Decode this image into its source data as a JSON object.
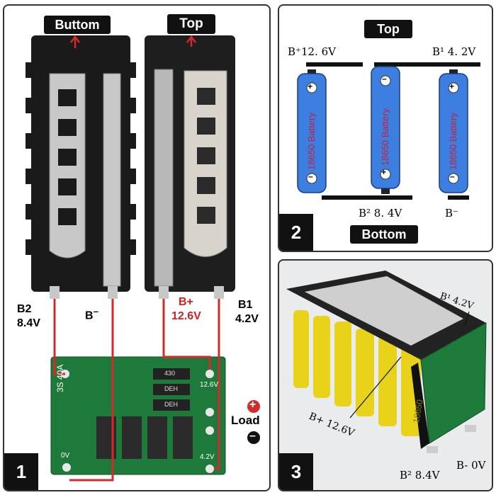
{
  "panel1": {
    "number": "1",
    "label_bottom": "Buttom",
    "label_top": "Top",
    "b2": "B2",
    "b2_voltage": "8.4V",
    "b_minus": "B",
    "b_minus_sign": "–",
    "b_plus": "B+",
    "b_plus_voltage": "12.6V",
    "b1": "B1",
    "b1_voltage": "4.2V",
    "load": "Load",
    "pcb_model": "3S 40A",
    "pcb_label_12v": "12.6V",
    "pcb_label_0v": "0V",
    "pcb_label_4v": "4.2V",
    "plus_symbol": "+",
    "minus_symbol": "–",
    "chip_label": "DEH",
    "resistor_label": "430"
  },
  "panel2": {
    "number": "2",
    "label_top": "Top",
    "label_bottom": "Bottom",
    "b_plus": "B⁺12. 6V",
    "b1": "B¹ 4. 2V",
    "b2": "B² 8. 4V",
    "b_minus": "B⁻",
    "battery_label": "18650 Battery"
  },
  "panel3": {
    "number": "3",
    "b1": "B¹ 4.2V",
    "b_plus": "B+ 12.6V",
    "b2": "B² 8.4V",
    "b_minus": "B- 0V",
    "cell_text": "18650"
  },
  "colors": {
    "wire": "#d42a2a",
    "holder": "#1a1a1a",
    "strip": "#c8c8c8",
    "pcb": "#1e7a3a",
    "battery_blue": "#3d7fe0",
    "battery_text": "#c81e3c",
    "cell_yellow": "#e8d21a"
  }
}
